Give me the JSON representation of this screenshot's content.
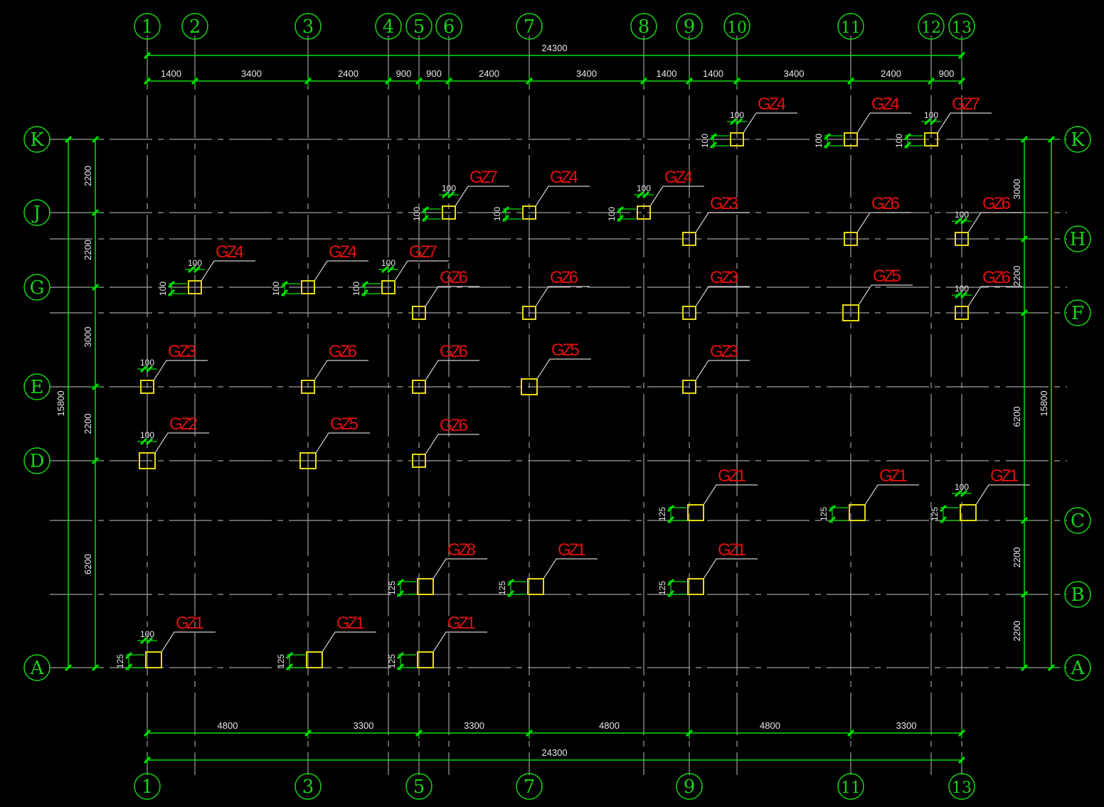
{
  "colors": {
    "background": "#000000",
    "axis_green": "#19d219",
    "dim_green": "#00e000",
    "grid_gray": "#a0a0a0",
    "column_yellow": "#e6dc14",
    "tag_red": "#e01010",
    "dim_text": "#e8e8e8"
  },
  "x_axes": [
    "1",
    "2",
    "3",
    "4",
    "5",
    "6",
    "7",
    "8",
    "9",
    "10",
    "11",
    "12",
    "13"
  ],
  "x_axes_bottom": [
    "1",
    "3",
    "5",
    "7",
    "9",
    "11",
    "13"
  ],
  "y_axes_left": [
    "K",
    "J",
    "G",
    "E",
    "D",
    "A"
  ],
  "y_axes_right": [
    "K",
    "H",
    "F",
    "C",
    "B",
    "A"
  ],
  "top_dims": {
    "total": "24300",
    "segments": [
      "1400",
      "3400",
      "2400",
      "900",
      "900",
      "2400",
      "3400",
      "1400",
      "1400",
      "3400",
      "2400",
      "900"
    ]
  },
  "bottom_dims": {
    "total": "24300",
    "segments": [
      "4800",
      "3300",
      "3300",
      "4800",
      "4800",
      "3300"
    ]
  },
  "left_dims": {
    "total": "15800",
    "segments": [
      "2200",
      "2200",
      "3000",
      "2200",
      "6200"
    ]
  },
  "right_dims": {
    "total": "15800",
    "segments": [
      "3000",
      "2200",
      "6200",
      "2200",
      "2200"
    ]
  },
  "columns": [
    {
      "tag": "GZ4",
      "at": "10/K",
      "offset_top": "100",
      "offset_side": "100"
    },
    {
      "tag": "GZ4",
      "at": "11/K",
      "offset_side": "100"
    },
    {
      "tag": "GZ7",
      "at": "12/K",
      "offset_top": "100",
      "offset_side": "100"
    },
    {
      "tag": "GZ7",
      "at": "6/J",
      "offset_top": "100",
      "offset_side": "100"
    },
    {
      "tag": "GZ4",
      "at": "7/J",
      "offset_side": "100"
    },
    {
      "tag": "GZ4",
      "at": "8/J",
      "offset_top": "100",
      "offset_side": "100"
    },
    {
      "tag": "GZ3",
      "at": "9/H"
    },
    {
      "tag": "GZ6",
      "at": "11/H"
    },
    {
      "tag": "GZ6",
      "at": "13/H",
      "offset_top": "100"
    },
    {
      "tag": "GZ4",
      "at": "2/G",
      "offset_top": "100",
      "offset_side": "100"
    },
    {
      "tag": "GZ4",
      "at": "3/G",
      "offset_side": "100"
    },
    {
      "tag": "GZ7",
      "at": "4/G",
      "offset_top": "100",
      "offset_side": "100"
    },
    {
      "tag": "GZ6",
      "at": "5/F"
    },
    {
      "tag": "GZ6",
      "at": "7/F"
    },
    {
      "tag": "GZ3",
      "at": "9/F"
    },
    {
      "tag": "GZ5",
      "at": "11/F"
    },
    {
      "tag": "GZ6",
      "at": "13/F",
      "offset_top": "100"
    },
    {
      "tag": "GZ3",
      "at": "1/E",
      "offset_top": "100"
    },
    {
      "tag": "GZ6",
      "at": "3/E"
    },
    {
      "tag": "GZ6",
      "at": "5/E"
    },
    {
      "tag": "GZ5",
      "at": "7/E"
    },
    {
      "tag": "GZ3",
      "at": "9/E"
    },
    {
      "tag": "GZ2",
      "at": "1/D",
      "offset_top": "100"
    },
    {
      "tag": "GZ5",
      "at": "3/D"
    },
    {
      "tag": "GZ6",
      "at": "5/D"
    },
    {
      "tag": "GZ1",
      "at": "9/C",
      "offset_side": "125"
    },
    {
      "tag": "GZ1",
      "at": "11/C",
      "offset_side": "125"
    },
    {
      "tag": "GZ1",
      "at": "13/C",
      "offset_top": "100",
      "offset_side": "125"
    },
    {
      "tag": "GZ8",
      "at": "5/B",
      "offset_side": "125"
    },
    {
      "tag": "GZ1",
      "at": "7/B",
      "offset_side": "125"
    },
    {
      "tag": "GZ1",
      "at": "9/B",
      "offset_side": "125"
    },
    {
      "tag": "GZ1",
      "at": "1/A",
      "offset_top": "100",
      "offset_side": "125"
    },
    {
      "tag": "GZ1",
      "at": "3/A",
      "offset_side": "125"
    },
    {
      "tag": "GZ1",
      "at": "5/A",
      "offset_side": "125"
    }
  ]
}
